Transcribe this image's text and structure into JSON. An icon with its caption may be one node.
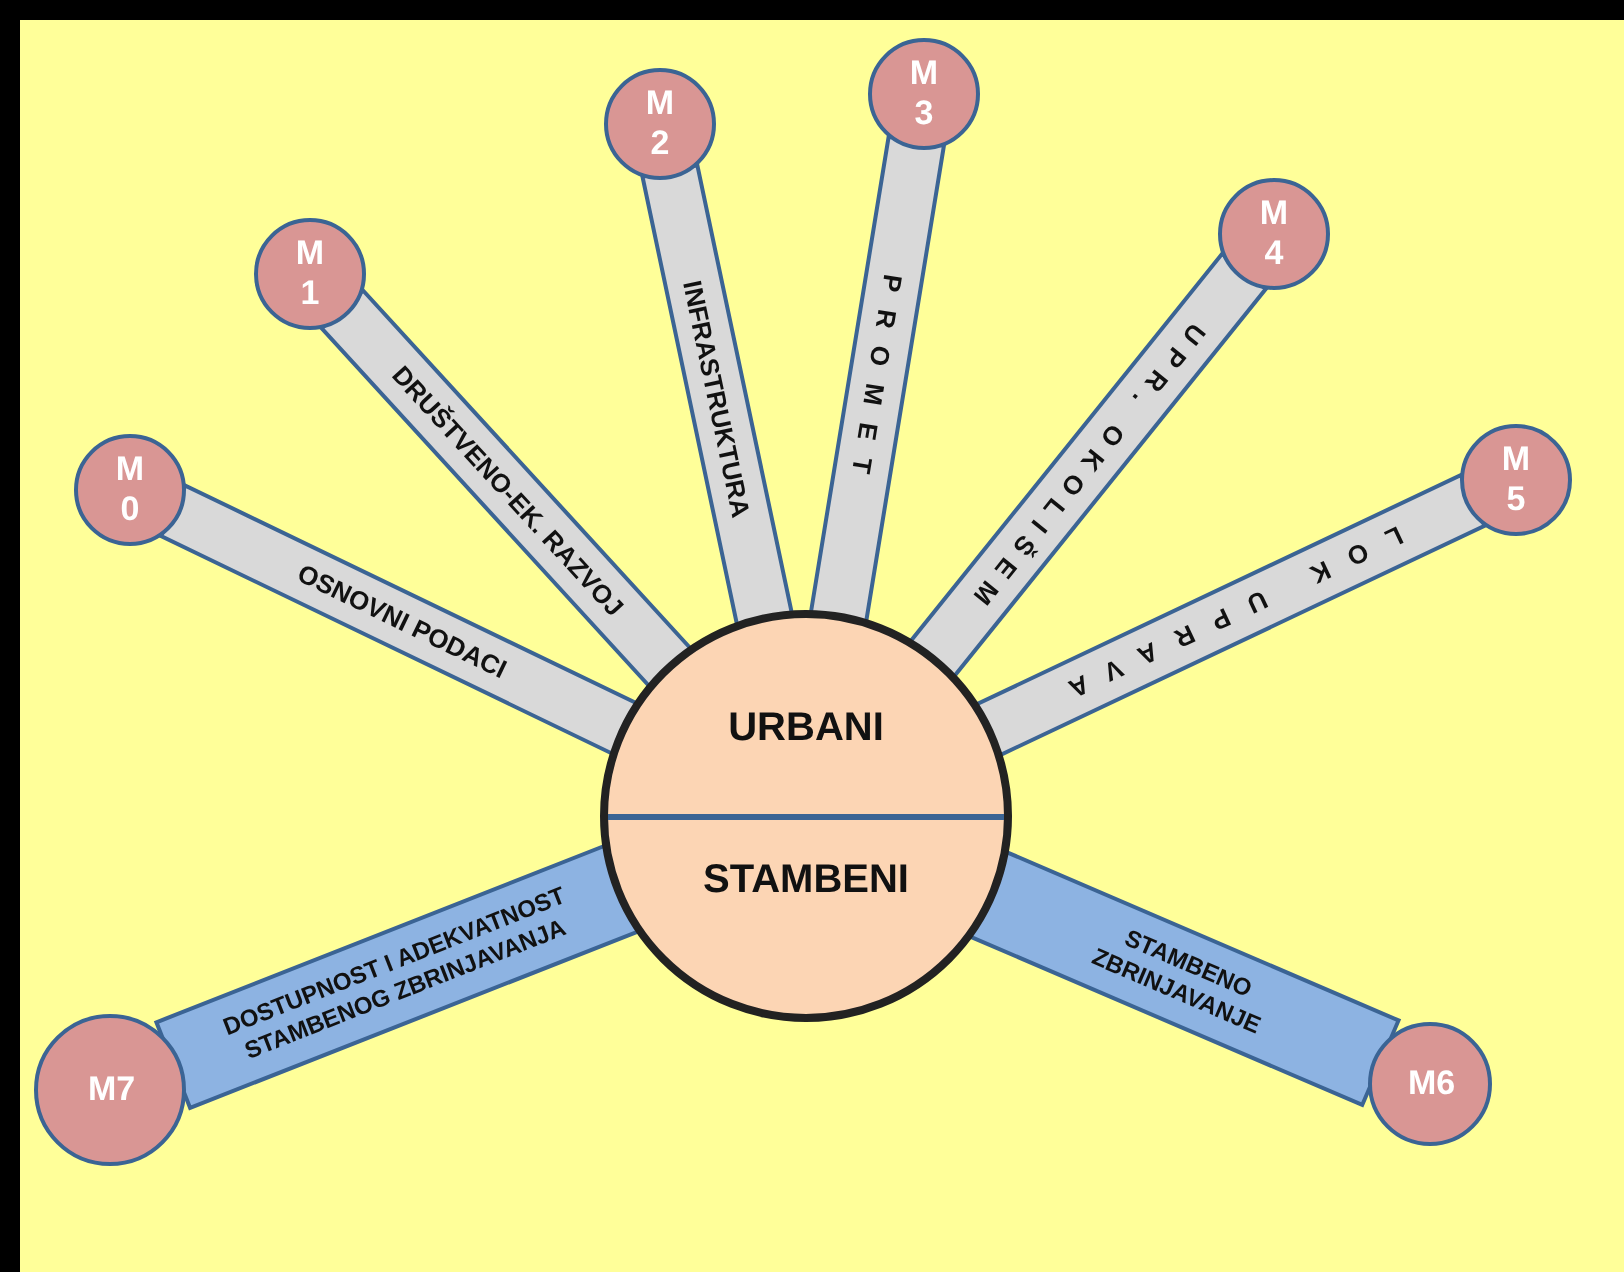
{
  "diagram": {
    "nodes": [
      {
        "text": [
          "URBANI",
          "STAMBENI"
        ]
      },
      {
        "text": [
          "M 0"
        ]
      },
      {
        "text": [
          "M 1"
        ]
      },
      {
        "text": [
          "M 2"
        ]
      },
      {
        "text": [
          "M 3"
        ]
      },
      {
        "text": [
          "M 4"
        ]
      },
      {
        "text": [
          "M 5"
        ]
      },
      {
        "text": [
          "M6"
        ]
      },
      {
        "text": [
          "M7"
        ]
      }
    ],
    "edges": [
      {
        "from": 0,
        "to": 1,
        "arrow": "none",
        "label": "OSNOVNI PODACI"
      },
      {
        "from": 0,
        "to": 2,
        "arrow": "none",
        "label": "DRUŠTVENO-EK. RAZVOJ"
      },
      {
        "from": 0,
        "to": 3,
        "arrow": "none",
        "label": "INFRASTRUKTURA"
      },
      {
        "from": 0,
        "to": 4,
        "arrow": "none",
        "label": "PROMET"
      },
      {
        "from": 0,
        "to": 5,
        "arrow": "none",
        "label": "UPR. OKOLIŠEM"
      },
      {
        "from": 0,
        "to": 6,
        "arrow": "none",
        "label": "LOK UPRAVA"
      },
      {
        "from": 0,
        "to": 7,
        "arrow": "none",
        "label": "STAMBENO ZBRINJAVANJE",
        "color": "#8db3e2"
      },
      {
        "from": 0,
        "to": 8,
        "arrow": "none",
        "label": "DOSTUPNOST I ADEKVATNOST STAMBENOG ZBRINJAVANJA",
        "color": "#8db3e2"
      }
    ]
  }
}
